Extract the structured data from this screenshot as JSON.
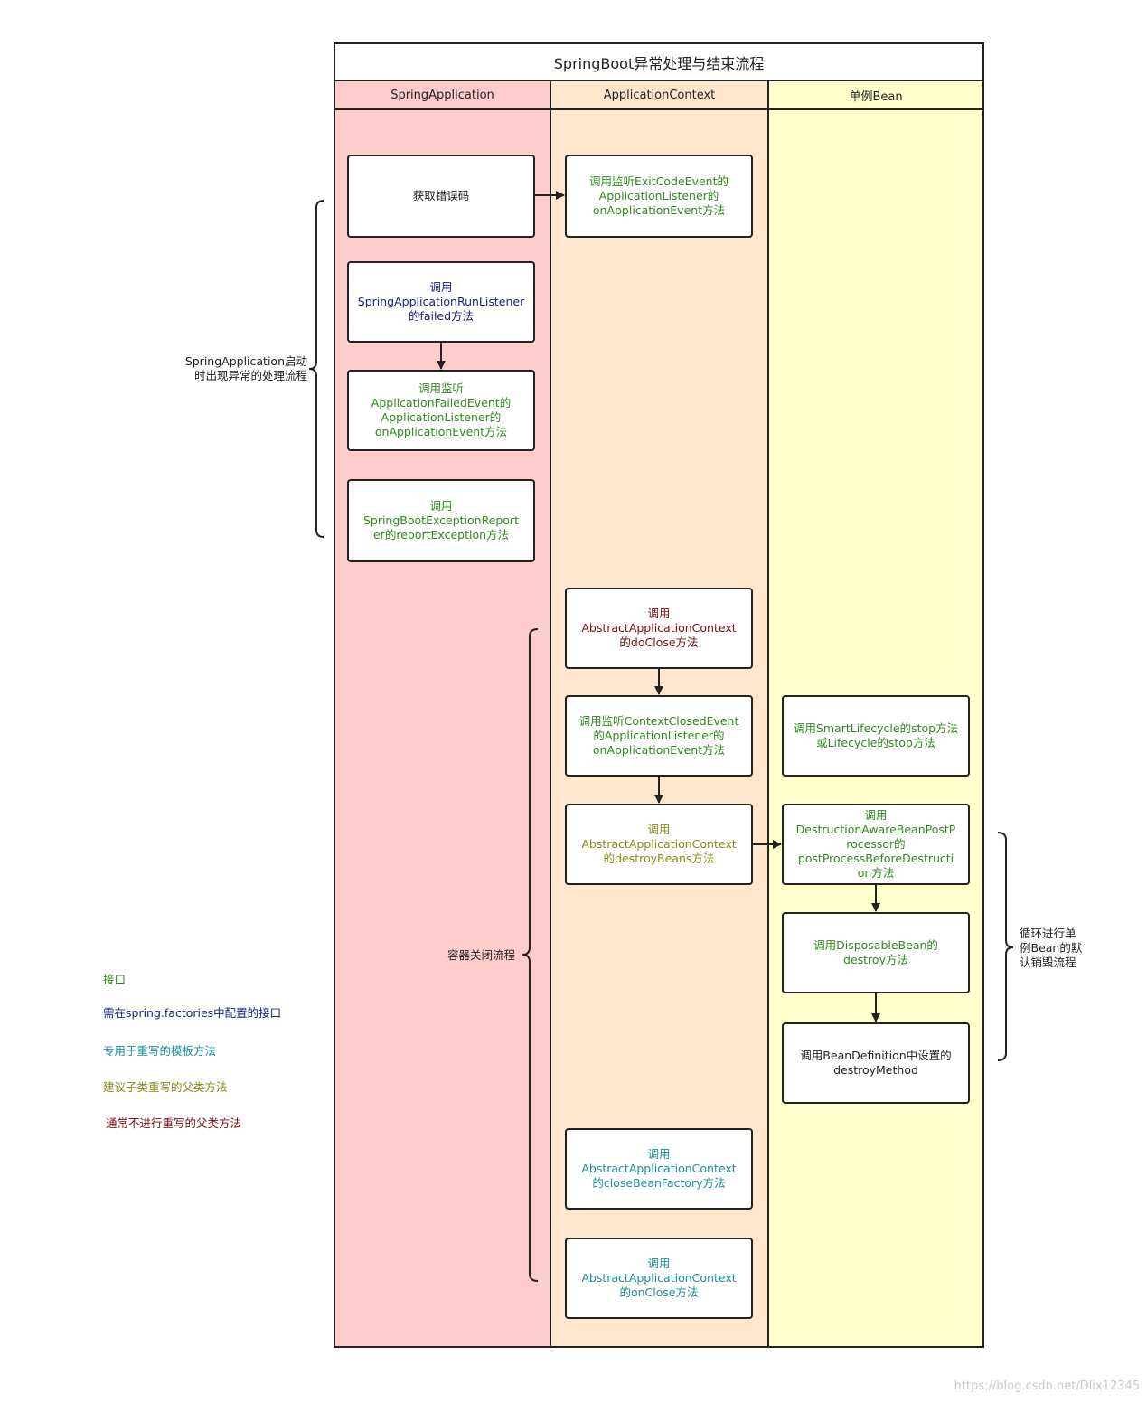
{
  "title": "SpringBoot异常处理与结束流程",
  "colors": {
    "interface": "#2e8b1a",
    "spring_factories": "#1a237e",
    "template": "#1a8f9a",
    "suggest_override": "#8a8a18",
    "no_override": "#7a1010",
    "default": "#222222"
  },
  "lanes": [
    {
      "label": "SpringApplication",
      "color": "#ffcccc"
    },
    {
      "label": "ApplicationContext",
      "color": "#ffe6cc"
    },
    {
      "label": "单例Bean",
      "color": "#ffffcc"
    }
  ],
  "nodes": [
    {
      "id": "get-exit-code",
      "lines": [
        "获取错误码"
      ],
      "kind": "default"
    },
    {
      "id": "exit-code-listener",
      "lines": [
        "调用监听ExitCodeEvent的",
        "ApplicationListener的",
        "onApplicationEvent方法"
      ],
      "kind": "interface"
    },
    {
      "id": "run-listener-failed",
      "lines": [
        "调用",
        "SpringApplicationRunListener",
        "的failed方法"
      ],
      "kind": "spring_factories"
    },
    {
      "id": "failed-event-listener",
      "lines": [
        "调用监听",
        "ApplicationFailedEvent的",
        "ApplicationListener的",
        "onApplicationEvent方法"
      ],
      "kind": "interface"
    },
    {
      "id": "exception-reporter",
      "lines": [
        "调用",
        "SpringBootExceptionReport",
        "er的reportException方法"
      ],
      "kind": "interface"
    },
    {
      "id": "do-close",
      "lines": [
        "调用",
        "AbstractApplicationContext",
        "的doClose方法"
      ],
      "kind": "no_override"
    },
    {
      "id": "closed-event-listener",
      "lines": [
        "调用监听ContextClosedEvent",
        "的ApplicationListener的",
        "onApplicationEvent方法"
      ],
      "kind": "interface"
    },
    {
      "id": "destroy-beans",
      "lines": [
        "调用",
        "AbstractApplicationContext",
        "的destroyBeans方法"
      ],
      "kind": "suggest_override"
    },
    {
      "id": "close-bean-factory",
      "lines": [
        "调用",
        "AbstractApplicationContext",
        "的closeBeanFactory方法"
      ],
      "kind": "template"
    },
    {
      "id": "on-close",
      "lines": [
        "调用",
        "AbstractApplicationContext",
        "的onClose方法"
      ],
      "kind": "template"
    },
    {
      "id": "lifecycle-stop",
      "lines": [
        "调用SmartLifecycle的stop方法",
        "或Lifecycle的stop方法"
      ],
      "kind": "interface"
    },
    {
      "id": "destruction-aware",
      "lines": [
        "调用",
        "DestructionAwareBeanPostP",
        "rocessor的",
        "postProcessBeforeDestructi",
        "on方法"
      ],
      "kind": "interface"
    },
    {
      "id": "disposable-bean",
      "lines": [
        "调用DisposableBean的",
        "destroy方法"
      ],
      "kind": "interface"
    },
    {
      "id": "destroy-method",
      "lines": [
        "调用BeanDefinition中设置的",
        "destroyMethod"
      ],
      "kind": "default"
    }
  ],
  "annotations": {
    "startup_failure": [
      "SpringApplication启动",
      "时出现异常的处理流程"
    ],
    "context_close": [
      "容器关闭流程"
    ],
    "bean_destroy": [
      "循环进行单",
      "例Bean的默",
      "认销毁流程"
    ]
  },
  "legend": [
    {
      "label": "接口",
      "kind": "interface"
    },
    {
      "label": "需在spring.factories中配置的接口",
      "kind": "spring_factories"
    },
    {
      "label": "专用于重写的模板方法",
      "kind": "template"
    },
    {
      "label": "建议子类重写的父类方法",
      "kind": "suggest_override"
    },
    {
      "label": "通常不进行重写的父类方法",
      "kind": "no_override"
    }
  ],
  "watermark": "https://blog.csdn.net/Dlix12345"
}
